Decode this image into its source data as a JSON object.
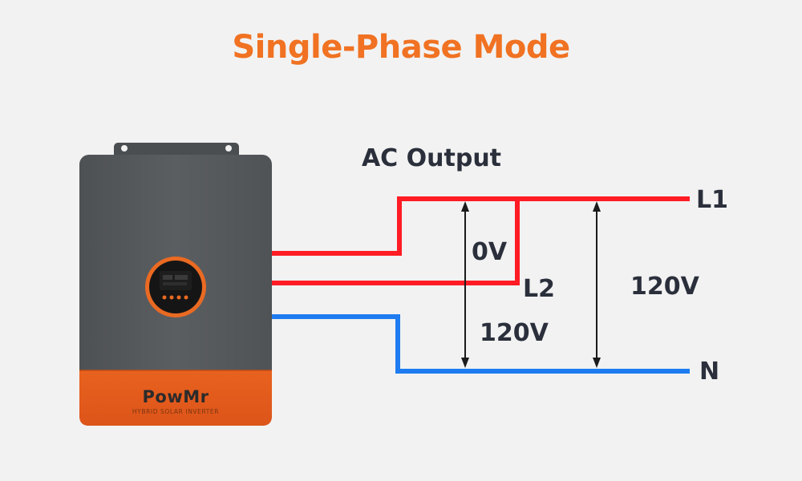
{
  "header": {
    "title": "Single-Phase Mode"
  },
  "diagram": {
    "output_heading": "AC Output",
    "terminals": {
      "l1": "L1",
      "l2": "L2",
      "n": "N"
    },
    "voltages": {
      "l1_l2": "0V",
      "l2_n": "120V",
      "l1_n": "120V"
    }
  },
  "inverter": {
    "brand": "PowMr",
    "subtitle": "HYBRID SOLAR INVERTER"
  },
  "colors": {
    "title": "#f07222",
    "text": "#2a2f3b",
    "live_wire": "#ff1c24",
    "neutral_wire": "#1e7cf0",
    "arrow": "#1b1b1b",
    "inverter_body": "#585b5e",
    "inverter_base": "#e65a1c",
    "display_ring": "#ea6a22",
    "display_screen": "#151515"
  },
  "icons": {
    "arrow": "double-headed-arrow-icon",
    "device": "inverter-icon"
  }
}
